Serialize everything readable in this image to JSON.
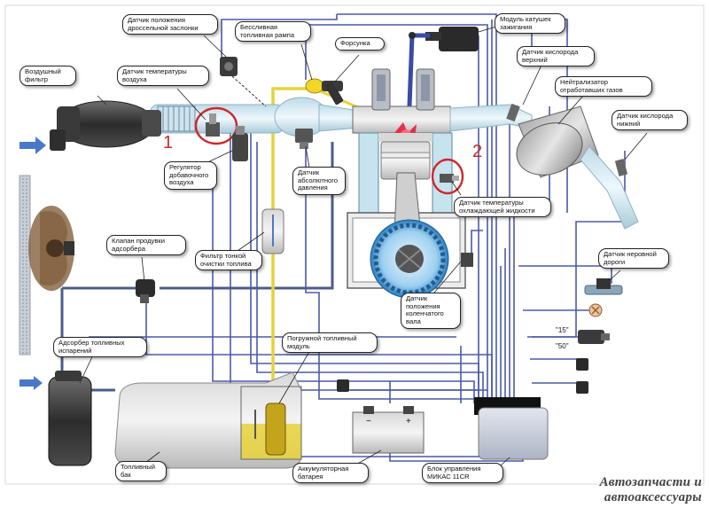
{
  "labels": {
    "throttle_sensor": "Датчик положения\nдроссельной заслонки",
    "fuel_rail": "Бессливная\nтопливная рампа",
    "injector": "Форсунка",
    "ignition_module": "Модуль катушек\nзажигания",
    "air_filter": "Воздушный\nфильтр",
    "air_temp_sensor": "Датчик температуры\nвоздуха",
    "o2_sensor_upper": "Датчик кислорода\nверхний",
    "catalyst": "Нейтрализатор\nотработавших газов",
    "o2_sensor_lower": "Датчик кислорода\nнижний",
    "idle_air_regulator": "Регулятор\nдобавочного\nвоздуха",
    "map_sensor": "Датчик\nабсолютного\nдавления",
    "coolant_temp_sensor": "Датчик температуры\nохлаждающей жидкости",
    "canister_purge_valve": "Клапан продувки\nадсорбера",
    "fuel_filter": "Фильтр тонкой\nочистки топлива",
    "rough_road_sensor": "Датчик неровной\nдороги",
    "crankshaft_sensor": "Датчик\nположения\nколенчатого\nвала",
    "canister": "Адсорбер топливных\nиспарений",
    "fuel_pump_module": "Погружной топливный\nмодуль",
    "fuel_tank": "Топливный\nбак",
    "battery": "Аккумуляторная\nбатарея",
    "ecu": "Блок управления\nМИКАС 11CR"
  },
  "markers": {
    "one": "1",
    "two": "2"
  },
  "tags": {
    "t15": "\"15\"",
    "t50": "\"50\""
  },
  "watermark": {
    "line1": "Автозапчасти и",
    "line2": "автоаксессуары"
  },
  "colors": {
    "wire": "#4a5aa8",
    "fuel": "#e8d23a",
    "highlight": "#d0272a",
    "arrow": "#4a78c8"
  }
}
